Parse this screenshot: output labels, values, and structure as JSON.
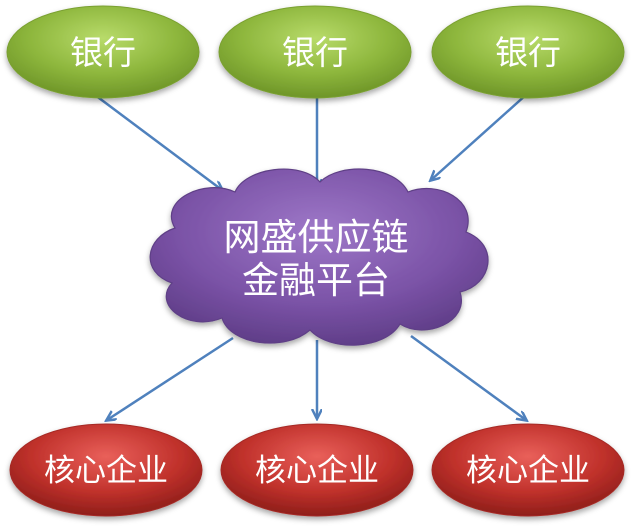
{
  "diagram": {
    "banks": [
      {
        "label": "银行"
      },
      {
        "label": "银行"
      },
      {
        "label": "银行"
      }
    ],
    "platform": {
      "line1": "网盛供应链",
      "line2": "金融平台"
    },
    "enterprises": [
      {
        "label": "核心企业"
      },
      {
        "label": "核心企业"
      },
      {
        "label": "核心企业"
      }
    ],
    "colors": {
      "bank_fill": "#8DB63C",
      "platform_fill": "#7A52A6",
      "enterprise_fill": "#C0312B",
      "arrow": "#4F81BD",
      "text": "#FFFFFF"
    }
  }
}
